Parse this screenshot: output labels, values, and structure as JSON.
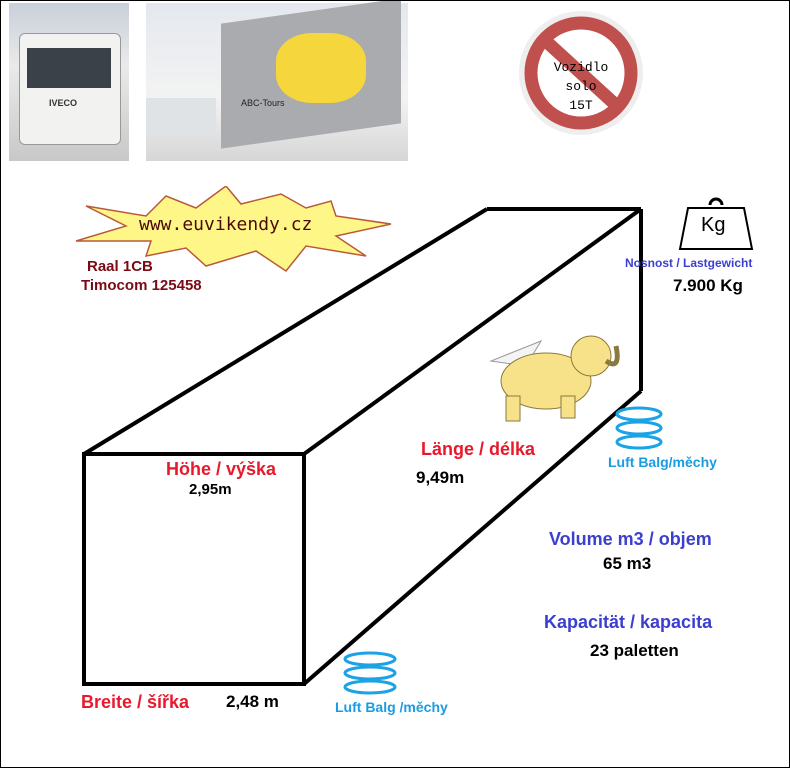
{
  "photos": {
    "truck_front": "IVECO",
    "truck_side": "ABC-Tours"
  },
  "no_solo_sign": {
    "lines": [
      "Vozidlo",
      "solo",
      "15T"
    ]
  },
  "website": "www.euvikendy.cz",
  "raal": "Raal  1CB",
  "timocom": "Timocom 125458",
  "weight": {
    "icon_text": "Kg",
    "label": "Nosnost / Lastgewicht",
    "value": "7.900 Kg"
  },
  "height": {
    "label": "Höhe / výška",
    "value": "2,95m"
  },
  "length": {
    "label": "Länge / délka",
    "value": "9,49m"
  },
  "width": {
    "label": "Breite / šířka",
    "value": "2,48 m"
  },
  "air_bag_rear": "Luft Balg/měchy",
  "air_bag_front": "Luft Balg /měchy",
  "volume": {
    "label": "Volume m3 / objem",
    "value": "65 m3"
  },
  "capacity": {
    "label": "Kapacität / kapacita",
    "value": "23 paletten"
  }
}
